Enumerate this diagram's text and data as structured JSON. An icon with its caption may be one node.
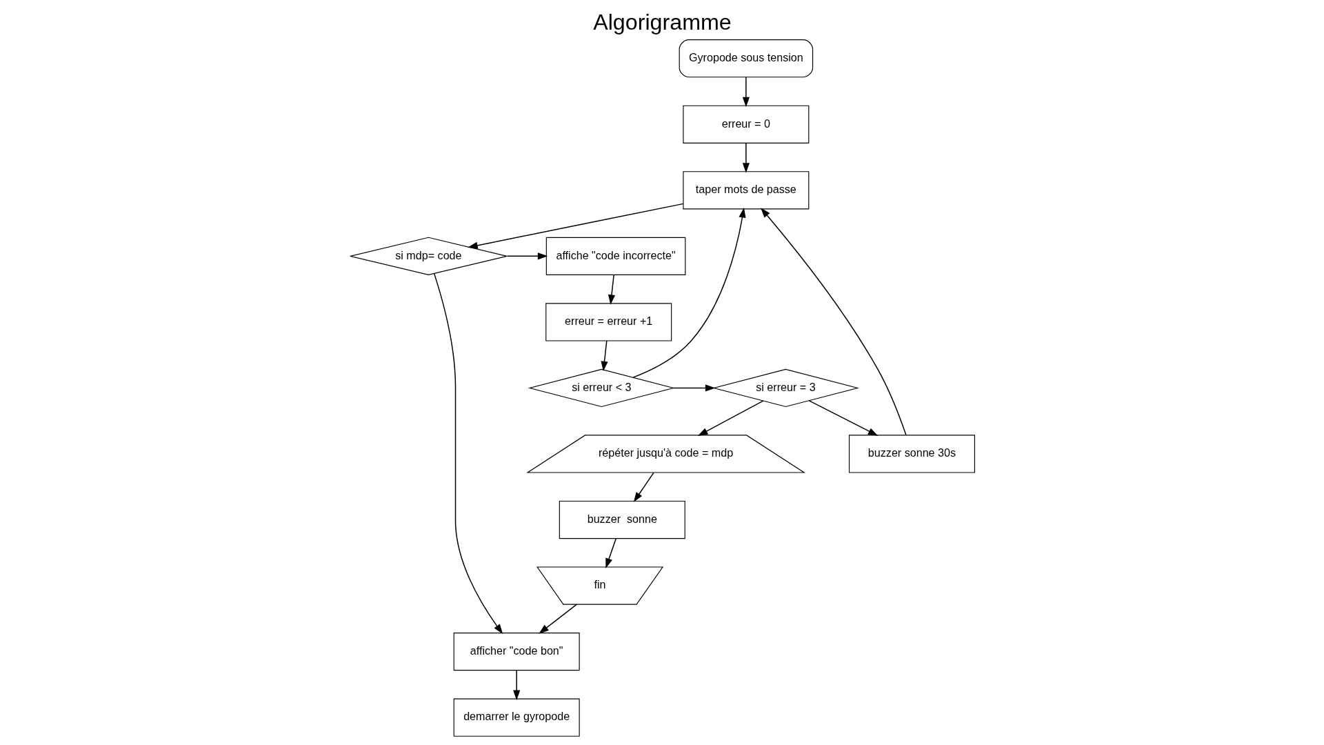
{
  "diagram": {
    "title": "Algorigramme",
    "nodes": [
      {
        "text": [
          "Gyropode sous tension"
        ]
      },
      {
        "text": [
          "erreur = 0"
        ]
      },
      {
        "text": [
          "taper mots de passe"
        ]
      },
      {
        "text": [
          "si mdp= code"
        ]
      },
      {
        "text": [
          "afficher \"code bon\""
        ]
      },
      {
        "text": [
          "demarrer le gyropode"
        ]
      },
      {
        "text": [
          "affiche \"code incorrecte\""
        ]
      },
      {
        "text": [
          "erreur = erreur +1"
        ]
      },
      {
        "text": [
          "si erreur < 3"
        ]
      },
      {
        "text": [
          "si erreur = 3"
        ]
      },
      {
        "text": [
          "buzzer sonne 30s"
        ]
      },
      {
        "text": [
          "répéter jusqu'à code = mdp"
        ]
      },
      {
        "text": [
          "buzzer  sonne"
        ]
      },
      {
        "text": [
          "fin"
        ]
      }
    ],
    "edges": [
      {
        "from": 0,
        "to": 1,
        "arrow": "to"
      },
      {
        "from": 1,
        "to": 2,
        "arrow": "to"
      },
      {
        "from": 2,
        "to": 3,
        "arrow": "to"
      },
      {
        "from": 3,
        "to": 6,
        "arrow": "to"
      },
      {
        "from": 3,
        "to": 4,
        "arrow": "to"
      },
      {
        "from": 4,
        "to": 5,
        "arrow": "to"
      },
      {
        "from": 6,
        "to": 7,
        "arrow": "to"
      },
      {
        "from": 7,
        "to": 8,
        "arrow": "to"
      },
      {
        "from": 8,
        "to": 2,
        "arrow": "to"
      },
      {
        "from": 8,
        "to": 9,
        "arrow": "to"
      },
      {
        "from": 9,
        "to": 10,
        "arrow": "to"
      },
      {
        "from": 10,
        "to": 2,
        "arrow": "to"
      },
      {
        "from": 9,
        "to": 11,
        "arrow": "to"
      },
      {
        "from": 11,
        "to": 12,
        "arrow": "to"
      },
      {
        "from": 12,
        "to": 13,
        "arrow": "to"
      },
      {
        "from": 13,
        "to": 4,
        "arrow": "to"
      }
    ]
  }
}
